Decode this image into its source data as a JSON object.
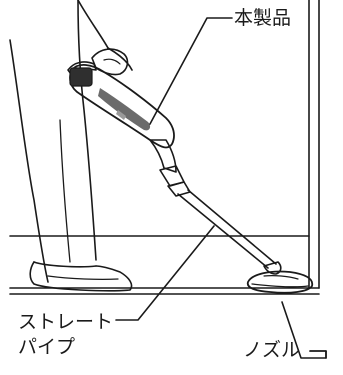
{
  "labels": {
    "product": "本製品",
    "pipe_line1": "ストレート",
    "pipe_line2": "パイプ",
    "nozzle": "ノズル"
  },
  "icons": [
    "vacuum-cleaner-illustration",
    "person-legs-illustration",
    "floor-wall-outline"
  ]
}
